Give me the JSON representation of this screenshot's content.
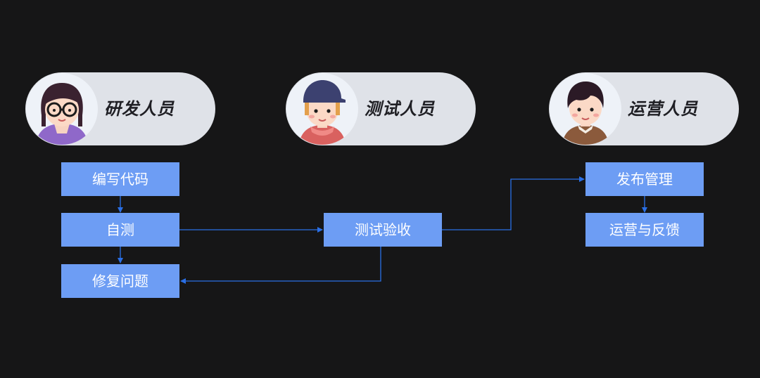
{
  "roles": {
    "developer": {
      "label": "研发人员",
      "avatar_icon": "developer-avatar-icon"
    },
    "tester": {
      "label": "测试人员",
      "avatar_icon": "tester-avatar-icon"
    },
    "operations": {
      "label": "运营人员",
      "avatar_icon": "operations-avatar-icon"
    }
  },
  "steps": {
    "write_code": "编写代码",
    "self_test": "自测",
    "fix_issues": "修复问题",
    "test_acceptance": "测试验收",
    "release_management": "发布管理",
    "operations_feedback": "运营与反馈"
  },
  "colors": {
    "background": "#161617",
    "card": "#dfe2e8",
    "step_box": "#6d9df4",
    "connector": "#2a6fe6"
  }
}
